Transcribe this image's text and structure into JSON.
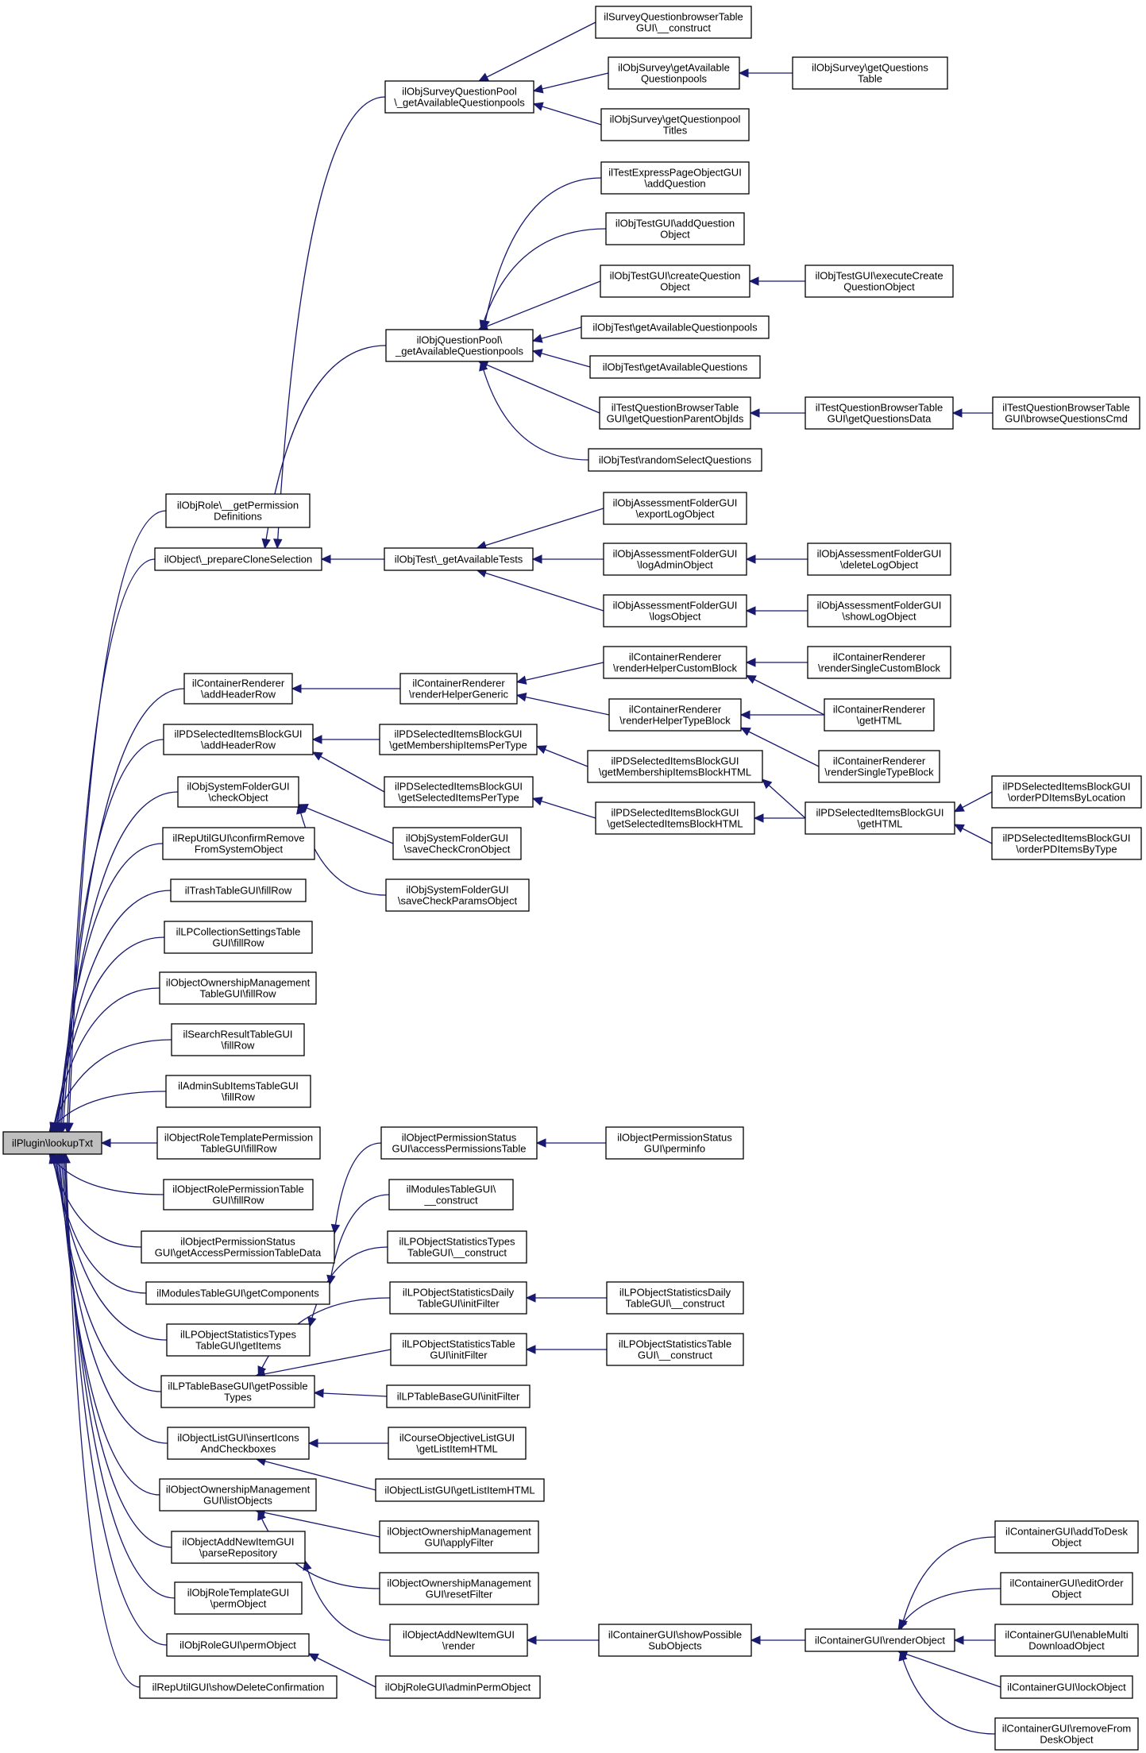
{
  "diagram": {
    "root": "ilPlugin\\lookupTxt",
    "nodes": {
      "root": [
        "ilPlugin\\lookupTxt"
      ],
      "getPermDefs": [
        "ilObjRole\\__getPermission",
        "Definitions"
      ],
      "prepareClone": [
        "ilObject\\_prepareCloneSelection"
      ],
      "crAddHeaderRow": [
        "ilContainerRenderer",
        "\\addHeaderRow"
      ],
      "pdsAddHeaderRow": [
        "ilPDSelectedItemsBlockGUI",
        "\\addHeaderRow"
      ],
      "sfCheckObject": [
        "ilObjSystemFolderGUI",
        "\\checkObject"
      ],
      "confirmRemove": [
        "ilRepUtilGUI\\confirmRemove",
        "FromSystemObject"
      ],
      "trashFillRow": [
        "ilTrashTableGUI\\fillRow"
      ],
      "lpCollFillRow": [
        "ilLPCollectionSettingsTable",
        "GUI\\fillRow"
      ],
      "ownFillRow": [
        "ilObjectOwnershipManagement",
        "TableGUI\\fillRow"
      ],
      "searchFillRow": [
        "ilSearchResultTableGUI",
        "\\fillRow"
      ],
      "adminSubFillRow": [
        "ilAdminSubItemsTableGUI",
        "\\fillRow"
      ],
      "roleTplFillRow": [
        "ilObjectRoleTemplatePermission",
        "TableGUI\\fillRow"
      ],
      "rolePermFillRow": [
        "ilObjectRolePermissionTable",
        "GUI\\fillRow"
      ],
      "permStatusGetData": [
        "ilObjectPermissionStatus",
        "GUI\\getAccessPermissionTableData"
      ],
      "modulesGetComp": [
        "ilModulesTableGUI\\getComponents"
      ],
      "lpTypesGetItems": [
        "ilLPObjectStatisticsTypes",
        "TableGUI\\getItems"
      ],
      "lpBaseGetTypes": [
        "ilLPTableBaseGUI\\getPossible",
        "Types"
      ],
      "olInsertIcons": [
        "ilObjectListGUI\\insertIcons",
        "AndCheckboxes"
      ],
      "ownListObjects": [
        "ilObjectOwnershipManagement",
        "GUI\\listObjects"
      ],
      "addNewParseRepo": [
        "ilObjectAddNewItemGUI",
        "\\parseRepository"
      ],
      "roleTplPermObj": [
        "ilObjRoleTemplateGUI",
        "\\permObject"
      ],
      "rolePermObj": [
        "ilObjRoleGUI\\permObject"
      ],
      "showDeleteConf": [
        "ilRepUtilGUI\\showDeleteConfirmation"
      ],
      "svyQpAvail": [
        "ilObjSurveyQuestionPool",
        "\\_getAvailableQuestionpools"
      ],
      "qpAvail": [
        "ilObjQuestionPool\\",
        "_getAvailableQuestionpools"
      ],
      "testAvailTests": [
        "ilObjTest\\_getAvailableTests"
      ],
      "crRenderGeneric": [
        "ilContainerRenderer",
        "\\renderHelperGeneric"
      ],
      "pdsMembPerType": [
        "ilPDSelectedItemsBlockGUI",
        "\\getMembershipItemsPerType"
      ],
      "pdsSelPerType": [
        "ilPDSelectedItemsBlockGUI",
        "\\getSelectedItemsPerType"
      ],
      "sfSaveCron": [
        "ilObjSystemFolderGUI",
        "\\saveCheckCronObject"
      ],
      "sfSaveParams": [
        "ilObjSystemFolderGUI",
        "\\saveCheckParamsObject"
      ],
      "permStatusAccess": [
        "ilObjectPermissionStatus",
        "GUI\\accessPermissionsTable"
      ],
      "modulesConstruct": [
        "ilModulesTableGUI\\",
        "__construct"
      ],
      "lpTypesConstruct": [
        "ilLPObjectStatisticsTypes",
        "TableGUI\\__construct"
      ],
      "lpDailyInitFilter": [
        "ilLPObjectStatisticsDaily",
        "TableGUI\\initFilter"
      ],
      "lpStatInitFilter": [
        "ilLPObjectStatisticsTable",
        "GUI\\initFilter"
      ],
      "lpBaseInitFilter": [
        "ilLPTableBaseGUI\\initFilter"
      ],
      "courseObjList": [
        "ilCourseObjectiveListGUI",
        "\\getListItemHTML"
      ],
      "olGetListItem": [
        "ilObjectListGUI\\getListItemHTML"
      ],
      "ownApplyFilter": [
        "ilObjectOwnershipManagement",
        "GUI\\applyFilter"
      ],
      "ownResetFilter": [
        "ilObjectOwnershipManagement",
        "GUI\\resetFilter"
      ],
      "addNewRender": [
        "ilObjectAddNewItemGUI",
        "\\render"
      ],
      "roleAdminPerm": [
        "ilObjRoleGUI\\adminPermObject"
      ],
      "svyBrowserConstruct": [
        "ilSurveyQuestionbrowserTable",
        "GUI\\__construct"
      ],
      "svyGetAvailQp": [
        "ilObjSurvey\\getAvailable",
        "Questionpools"
      ],
      "svyGetQpTitles": [
        "ilObjSurvey\\getQuestionpool",
        "Titles"
      ],
      "svyGetQTable": [
        "ilObjSurvey\\getQuestions",
        "Table"
      ],
      "expressAddQ": [
        "ilTestExpressPageObjectGUI",
        "\\addQuestion"
      ],
      "testGuiAddQ": [
        "ilObjTestGUI\\addQuestion",
        "Object"
      ],
      "testGuiCreateQ": [
        "ilObjTestGUI\\createQuestion",
        "Object"
      ],
      "testGuiExecCreate": [
        "ilObjTestGUI\\executeCreate",
        "QuestionObject"
      ],
      "testAvailQp": [
        "ilObjTest\\getAvailableQuestionpools"
      ],
      "testAvailQs": [
        "ilObjTest\\getAvailableQuestions"
      ],
      "tqbGetParent": [
        "ilTestQuestionBrowserTable",
        "GUI\\getQuestionParentObjIds"
      ],
      "tqbGetData": [
        "ilTestQuestionBrowserTable",
        "GUI\\getQuestionsData"
      ],
      "tqbBrowseCmd": [
        "ilTestQuestionBrowserTable",
        "GUI\\browseQuestionsCmd"
      ],
      "testRandomSelect": [
        "ilObjTest\\randomSelectQuestions"
      ],
      "afExportLog": [
        "ilObjAssessmentFolderGUI",
        "\\exportLogObject"
      ],
      "afLogAdmin": [
        "ilObjAssessmentFolderGUI",
        "\\logAdminObject"
      ],
      "afDeleteLog": [
        "ilObjAssessmentFolderGUI",
        "\\deleteLogObject"
      ],
      "afLogs": [
        "ilObjAssessmentFolderGUI",
        "\\logsObject"
      ],
      "afShowLog": [
        "ilObjAssessmentFolderGUI",
        "\\showLogObject"
      ],
      "crRenderCustom": [
        "ilContainerRenderer",
        "\\renderHelperCustomBlock"
      ],
      "crRenderSingleCustom": [
        "ilContainerRenderer",
        "\\renderSingleCustomBlock"
      ],
      "crRenderType": [
        "ilContainerRenderer",
        "\\renderHelperTypeBlock"
      ],
      "crGetHTML": [
        "ilContainerRenderer",
        "\\getHTML"
      ],
      "crRenderSingleType": [
        "ilContainerRenderer",
        "\\renderSingleTypeBlock"
      ],
      "pdsMembHTML": [
        "ilPDSelectedItemsBlockGUI",
        "\\getMembershipItemsBlockHTML"
      ],
      "pdsSelHTML": [
        "ilPDSelectedItemsBlockGUI",
        "\\getSelectedItemsBlockHTML"
      ],
      "pdsGetHTML": [
        "ilPDSelectedItemsBlockGUI",
        "\\getHTML"
      ],
      "pdsOrderLoc": [
        "ilPDSelectedItemsBlockGUI",
        "\\orderPDItemsByLocation"
      ],
      "pdsOrderType": [
        "ilPDSelectedItemsBlockGUI",
        "\\orderPDItemsByType"
      ],
      "permStatusPerminfo": [
        "ilObjectPermissionStatus",
        "GUI\\perminfo"
      ],
      "lpDailyConstruct": [
        "ilLPObjectStatisticsDaily",
        "TableGUI\\__construct"
      ],
      "lpStatConstruct": [
        "ilLPObjectStatisticsTable",
        "GUI\\__construct"
      ],
      "contShowSubObjects": [
        "ilContainerGUI\\showPossible",
        "SubObjects"
      ],
      "contRenderObject": [
        "ilContainerGUI\\renderObject"
      ],
      "contAddToDesk": [
        "ilContainerGUI\\addToDesk",
        "Object"
      ],
      "contEditOrder": [
        "ilContainerGUI\\editOrder",
        "Object"
      ],
      "contEnableMulti": [
        "ilContainerGUI\\enableMulti",
        "DownloadObject"
      ],
      "contLock": [
        "ilContainerGUI\\lockObject"
      ],
      "contRemoveDesk": [
        "ilContainerGUI\\removeFrom",
        "DeskObject"
      ]
    }
  }
}
